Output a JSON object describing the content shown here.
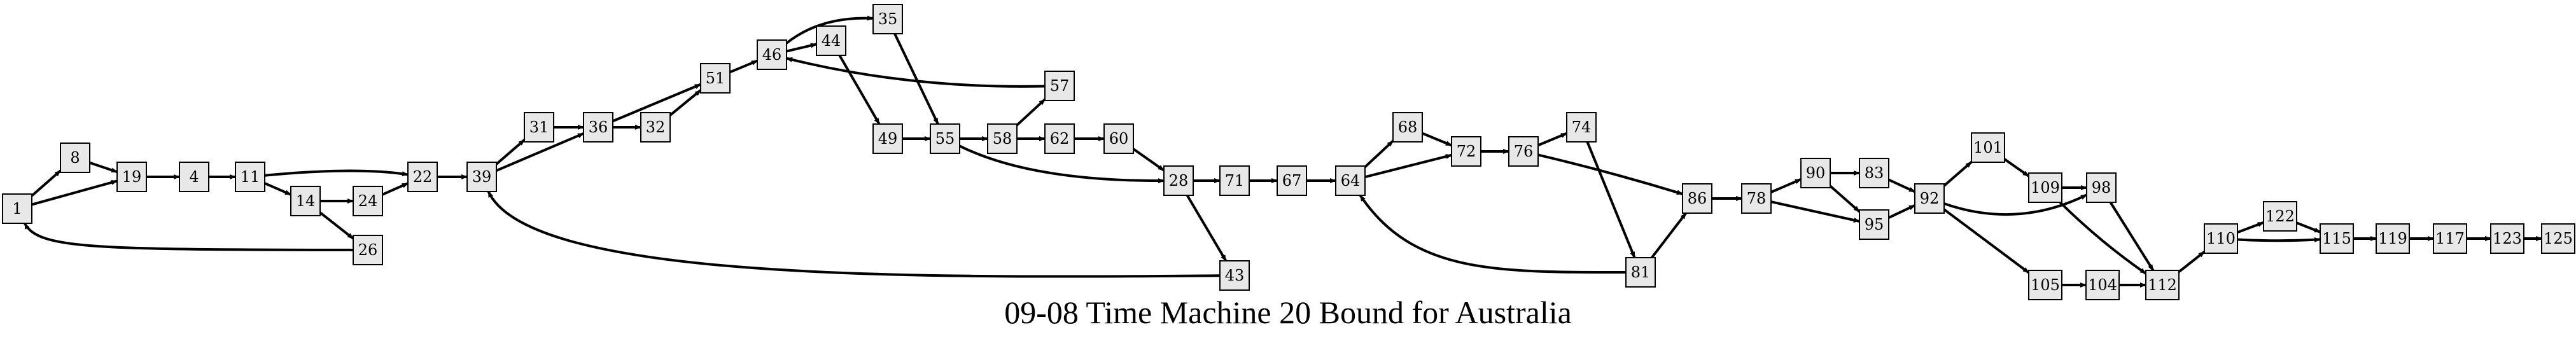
{
  "title": "09-08 Time Machine 20 Bound for Australia",
  "colors": {
    "node_fill": "#e8e8e8",
    "stroke": "#000000",
    "background": "#ffffff"
  },
  "nodes": [
    {
      "id": "1",
      "label": "1"
    },
    {
      "id": "8",
      "label": "8"
    },
    {
      "id": "19",
      "label": "19"
    },
    {
      "id": "4",
      "label": "4"
    },
    {
      "id": "11",
      "label": "11"
    },
    {
      "id": "14",
      "label": "14"
    },
    {
      "id": "24",
      "label": "24"
    },
    {
      "id": "26",
      "label": "26"
    },
    {
      "id": "22",
      "label": "22"
    },
    {
      "id": "39",
      "label": "39"
    },
    {
      "id": "31",
      "label": "31"
    },
    {
      "id": "36",
      "label": "36"
    },
    {
      "id": "32",
      "label": "32"
    },
    {
      "id": "51",
      "label": "51"
    },
    {
      "id": "46",
      "label": "46"
    },
    {
      "id": "44",
      "label": "44"
    },
    {
      "id": "35",
      "label": "35"
    },
    {
      "id": "49",
      "label": "49"
    },
    {
      "id": "55",
      "label": "55"
    },
    {
      "id": "58",
      "label": "58"
    },
    {
      "id": "57",
      "label": "57"
    },
    {
      "id": "62",
      "label": "62"
    },
    {
      "id": "60",
      "label": "60"
    },
    {
      "id": "28",
      "label": "28"
    },
    {
      "id": "43",
      "label": "43"
    },
    {
      "id": "71",
      "label": "71"
    },
    {
      "id": "67",
      "label": "67"
    },
    {
      "id": "64",
      "label": "64"
    },
    {
      "id": "68",
      "label": "68"
    },
    {
      "id": "72",
      "label": "72"
    },
    {
      "id": "76",
      "label": "76"
    },
    {
      "id": "74",
      "label": "74"
    },
    {
      "id": "81",
      "label": "81"
    },
    {
      "id": "86",
      "label": "86"
    },
    {
      "id": "78",
      "label": "78"
    },
    {
      "id": "90",
      "label": "90"
    },
    {
      "id": "83",
      "label": "83"
    },
    {
      "id": "95",
      "label": "95"
    },
    {
      "id": "92",
      "label": "92"
    },
    {
      "id": "101",
      "label": "101"
    },
    {
      "id": "109",
      "label": "109"
    },
    {
      "id": "98",
      "label": "98"
    },
    {
      "id": "105",
      "label": "105"
    },
    {
      "id": "104",
      "label": "104"
    },
    {
      "id": "112",
      "label": "112"
    },
    {
      "id": "110",
      "label": "110"
    },
    {
      "id": "122",
      "label": "122"
    },
    {
      "id": "115",
      "label": "115"
    },
    {
      "id": "119",
      "label": "119"
    },
    {
      "id": "117",
      "label": "117"
    },
    {
      "id": "123",
      "label": "123"
    },
    {
      "id": "125",
      "label": "125"
    }
  ],
  "edges": [
    {
      "from": "1",
      "to": "8"
    },
    {
      "from": "1",
      "to": "19"
    },
    {
      "from": "8",
      "to": "19"
    },
    {
      "from": "19",
      "to": "4"
    },
    {
      "from": "4",
      "to": "11"
    },
    {
      "from": "11",
      "to": "22"
    },
    {
      "from": "11",
      "to": "14"
    },
    {
      "from": "14",
      "to": "24"
    },
    {
      "from": "14",
      "to": "26"
    },
    {
      "from": "24",
      "to": "22"
    },
    {
      "from": "26",
      "to": "1"
    },
    {
      "from": "22",
      "to": "39"
    },
    {
      "from": "39",
      "to": "31"
    },
    {
      "from": "39",
      "to": "36"
    },
    {
      "from": "31",
      "to": "36"
    },
    {
      "from": "36",
      "to": "32"
    },
    {
      "from": "36",
      "to": "51"
    },
    {
      "from": "32",
      "to": "51"
    },
    {
      "from": "51",
      "to": "46"
    },
    {
      "from": "46",
      "to": "44"
    },
    {
      "from": "46",
      "to": "35"
    },
    {
      "from": "44",
      "to": "49"
    },
    {
      "from": "35",
      "to": "55"
    },
    {
      "from": "49",
      "to": "55"
    },
    {
      "from": "55",
      "to": "58"
    },
    {
      "from": "55",
      "to": "28"
    },
    {
      "from": "58",
      "to": "57"
    },
    {
      "from": "58",
      "to": "62"
    },
    {
      "from": "57",
      "to": "46"
    },
    {
      "from": "62",
      "to": "60"
    },
    {
      "from": "60",
      "to": "28"
    },
    {
      "from": "28",
      "to": "71"
    },
    {
      "from": "28",
      "to": "43"
    },
    {
      "from": "43",
      "to": "39"
    },
    {
      "from": "71",
      "to": "67"
    },
    {
      "from": "67",
      "to": "64"
    },
    {
      "from": "64",
      "to": "68"
    },
    {
      "from": "64",
      "to": "72"
    },
    {
      "from": "68",
      "to": "72"
    },
    {
      "from": "72",
      "to": "76"
    },
    {
      "from": "76",
      "to": "74"
    },
    {
      "from": "76",
      "to": "86"
    },
    {
      "from": "74",
      "to": "81"
    },
    {
      "from": "81",
      "to": "86"
    },
    {
      "from": "81",
      "to": "64"
    },
    {
      "from": "86",
      "to": "78"
    },
    {
      "from": "78",
      "to": "90"
    },
    {
      "from": "78",
      "to": "95"
    },
    {
      "from": "90",
      "to": "83"
    },
    {
      "from": "90",
      "to": "95"
    },
    {
      "from": "83",
      "to": "92"
    },
    {
      "from": "95",
      "to": "92"
    },
    {
      "from": "92",
      "to": "101"
    },
    {
      "from": "92",
      "to": "98"
    },
    {
      "from": "92",
      "to": "105"
    },
    {
      "from": "101",
      "to": "109"
    },
    {
      "from": "109",
      "to": "98"
    },
    {
      "from": "109",
      "to": "112"
    },
    {
      "from": "98",
      "to": "112"
    },
    {
      "from": "105",
      "to": "104"
    },
    {
      "from": "104",
      "to": "112"
    },
    {
      "from": "112",
      "to": "110"
    },
    {
      "from": "110",
      "to": "122"
    },
    {
      "from": "110",
      "to": "115"
    },
    {
      "from": "122",
      "to": "115"
    },
    {
      "from": "115",
      "to": "119"
    },
    {
      "from": "119",
      "to": "117"
    },
    {
      "from": "117",
      "to": "123"
    },
    {
      "from": "123",
      "to": "125"
    }
  ]
}
